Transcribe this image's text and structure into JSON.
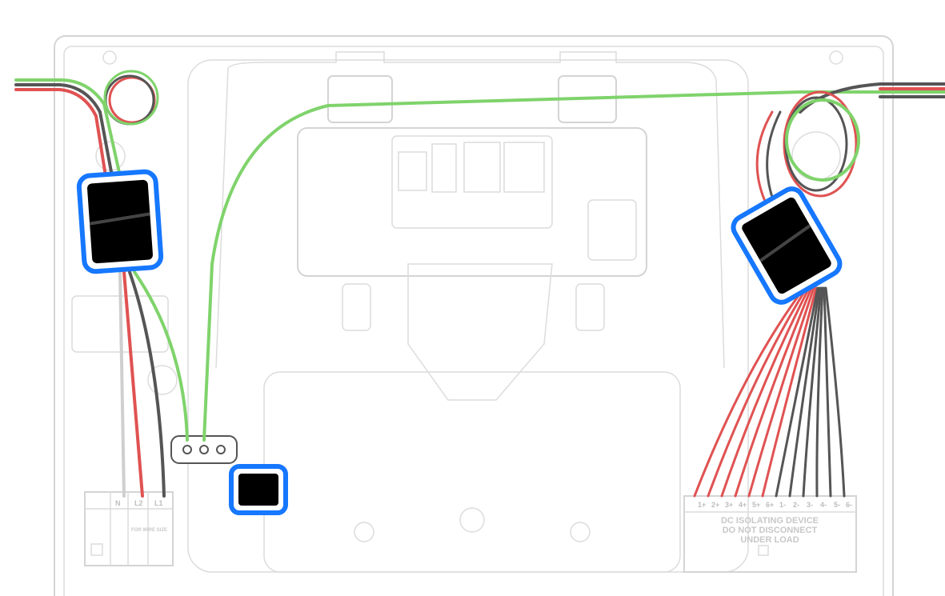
{
  "colors": {
    "highlight": "#1677ff",
    "wire_red": "#e05252",
    "wire_black": "#4a4a4a",
    "wire_green": "#7fd36b",
    "wire_grey": "#cfcfcf",
    "outline": "#d4d4d4"
  },
  "left_terminal": {
    "labels": [
      "N",
      "L2",
      "L1"
    ],
    "wire_size_note": "FOR WIRE SIZE"
  },
  "right_terminal": {
    "labels": [
      "1+",
      "2+",
      "3+",
      "4+",
      "5+",
      "6+",
      "1-",
      "2-",
      "3-",
      "4-",
      "5-",
      "6-"
    ],
    "warning_line1": "DC ISOLATING DEVICE",
    "warning_line2": "DO NOT DISCONNECT",
    "warning_line3": "UNDER LOAD"
  },
  "highlights": [
    "left-ferrite-core",
    "right-ferrite-core",
    "ground-connector-cover"
  ]
}
